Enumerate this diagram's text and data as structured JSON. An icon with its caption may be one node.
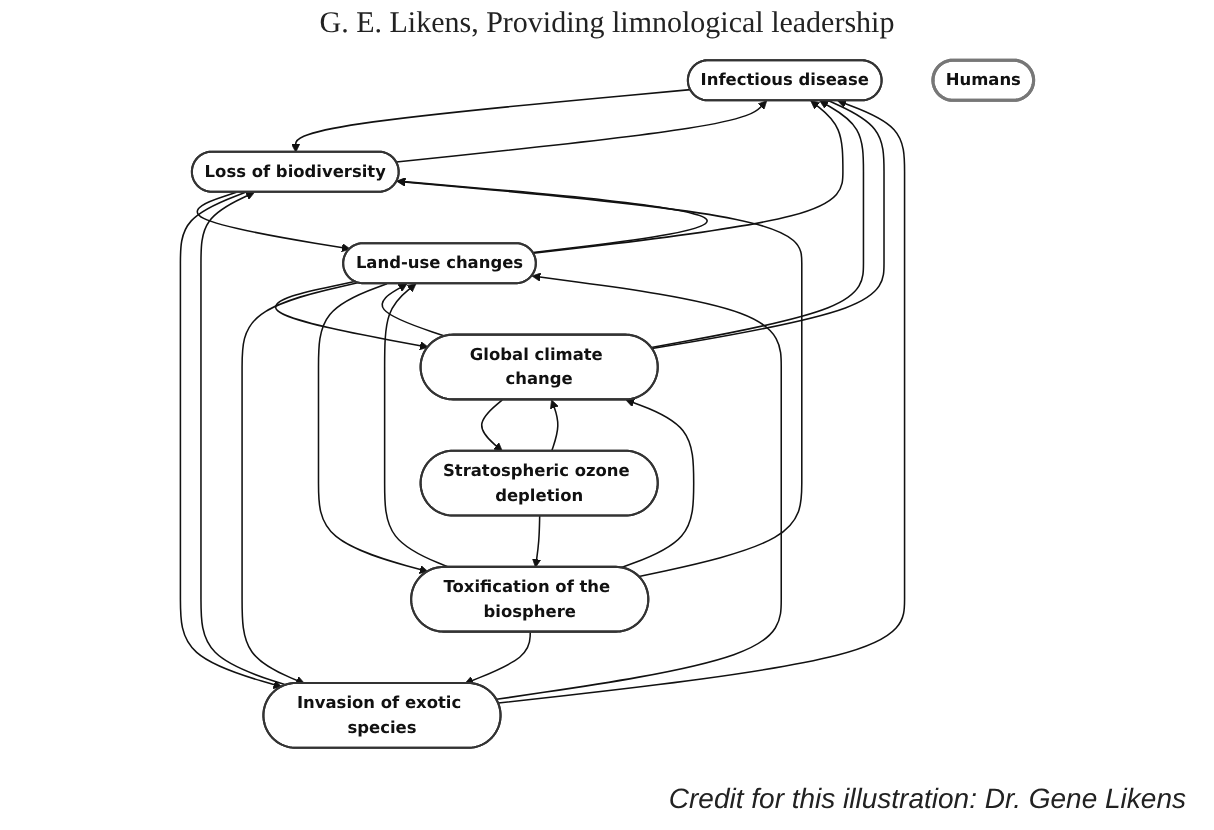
{
  "diagram": {
    "title": "G. E. Likens, Providing limnological leadership",
    "caption": "Credit for this illustration: Dr. Gene Likens",
    "nodes": [
      {
        "text": [
          "Infectious disease"
        ]
      },
      {
        "text": [
          "Global climate change"
        ]
      },
      {
        "text": [
          "Land-use changes"
        ]
      },
      {
        "text": [
          "Loss of biodiversity"
        ]
      },
      {
        "text": [
          "Humans"
        ]
      },
      {
        "text": [
          "Stratospheric ozone depletion"
        ]
      },
      {
        "text": [
          "Invasion of exotic species"
        ]
      },
      {
        "text": [
          "Toxification of the biosphere"
        ]
      }
    ],
    "edges": [
      {
        "from": 1,
        "to": 0,
        "arrow": "to"
      },
      {
        "from": 1,
        "to": 0,
        "arrow": "none"
      },
      {
        "from": 2,
        "to": 0,
        "arrow": "to"
      },
      {
        "from": 0,
        "to": 3,
        "arrow": "to"
      },
      {
        "from": 3,
        "to": 0,
        "arrow": "to"
      },
      {
        "from": 6,
        "to": 0,
        "arrow": "to"
      },
      {
        "from": 2,
        "to": 1,
        "arrow": "to"
      },
      {
        "from": 1,
        "to": 2,
        "arrow": "to"
      },
      {
        "from": 3,
        "to": 2,
        "arrow": "to"
      },
      {
        "from": 2,
        "to": 3,
        "arrow": "to"
      },
      {
        "from": 6,
        "to": 2,
        "arrow": "to"
      },
      {
        "from": 2,
        "to": 6,
        "arrow": "to"
      },
      {
        "from": 1,
        "to": 5,
        "arrow": "to"
      },
      {
        "from": 5,
        "to": 1,
        "arrow": "to"
      },
      {
        "from": 2,
        "to": 7,
        "arrow": "to"
      },
      {
        "from": 7,
        "to": 2,
        "arrow": "to"
      },
      {
        "from": 7,
        "to": 1,
        "arrow": "to"
      },
      {
        "from": 5,
        "to": 7,
        "arrow": "to"
      },
      {
        "from": 7,
        "to": 6,
        "arrow": "to"
      },
      {
        "from": 7,
        "to": 3,
        "arrow": "to"
      },
      {
        "from": 6,
        "to": 3,
        "arrow": "to"
      },
      {
        "from": 3,
        "to": 6,
        "arrow": "to"
      }
    ]
  }
}
